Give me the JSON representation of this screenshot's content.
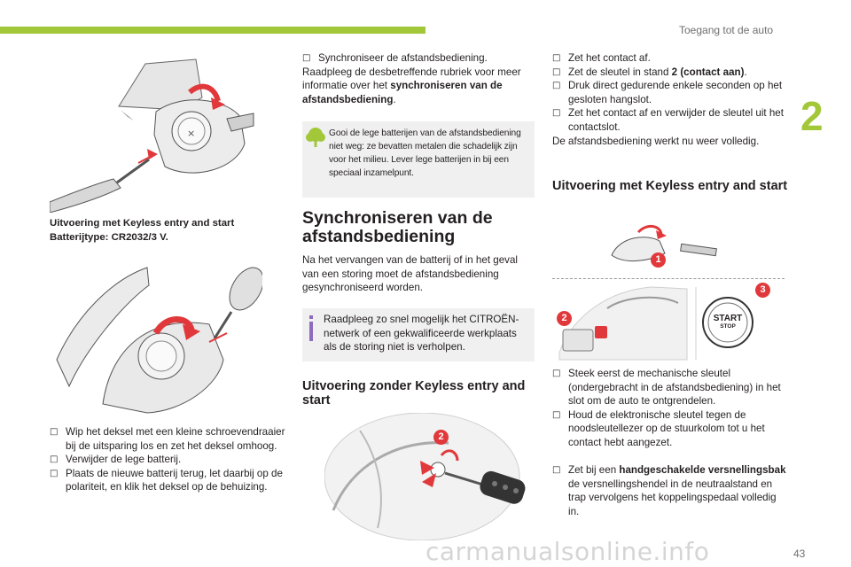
{
  "header": {
    "section_title": "Toegang tot de auto",
    "chapter_number": "2",
    "accent_color": "#a2c739"
  },
  "left": {
    "caption_title": "Uitvoering met Keyless entry and start",
    "caption_battery": "Batterijtype: CR2032/3 V.",
    "steps": [
      "Wip het deksel met een kleine schroevendraaier bij de uitsparing los en zet het deksel omhoog.",
      "Verwijder de lege batterij.",
      "Plaats de nieuwe batterij terug, let daarbij op de polariteit, en klik het deksel op de behuizing."
    ]
  },
  "middle": {
    "sync_intro_pre": "Synchroniseer de afstandsbediening. Raadpleeg de desbetreffende rubriek voor meer informatie over het ",
    "sync_intro_bold": "synchroniseren van de afstandsbediening",
    "sync_intro_post": ".",
    "env_note": "Gooi de lege batterijen van de afstandsbediening niet weg: ze bevatten metalen die schadelijk zijn voor het milieu. Lever lege batterijen in bij een speciaal inzamelpunt.",
    "heading_sync": "Synchroniseren van de afstandsbediening",
    "sync_paragraph": "Na het vervangen van de batterij of in het geval van een storing moet de afstandsbediening gesynchroniseerd worden.",
    "info_note": "Raadpleeg zo snel mogelijk het CITROËN-netwerk of een gekwalificeerde werkplaats als de storing niet is verholpen.",
    "heading_without": "Uitvoering zonder Keyless entry and start",
    "callout_2": "2"
  },
  "right": {
    "steps_top": [
      {
        "pre": "Zet het contact af.",
        "bold": "",
        "post": ""
      },
      {
        "pre": "Zet de sleutel in stand ",
        "bold": "2 (contact aan)",
        "post": "."
      },
      {
        "pre": "Druk direct gedurende enkele seconden op het gesloten hangslot.",
        "bold": "",
        "post": ""
      },
      {
        "pre": "Zet het contact af en verwijder de sleutel uit het contactslot.",
        "bold": "",
        "post": ""
      }
    ],
    "restored": "De afstandsbediening werkt nu weer volledig.",
    "heading_keyless": "Uitvoering met Keyless entry and start",
    "callouts": [
      "1",
      "2",
      "3"
    ],
    "start_label": "START",
    "stop_label": "STOP",
    "steps_keyless": [
      "Steek eerst de mechanische sleutel (ondergebracht in de afstandsbediening) in het slot om de auto te ontgrendelen.",
      "Houd de elektronische sleutel tegen de noodsleutellezer op de stuurkolom tot u het contact hebt aangezet."
    ],
    "last_step_pre": "Zet bij een ",
    "last_step_bold": "handgeschakelde versnellingsbak",
    "last_step_post": " de versnellingshendel in de neutraalstand en trap vervolgens het koppelingspedaal volledig in."
  },
  "footer": {
    "page_number": "43",
    "watermark": "carmanualsonline.info"
  },
  "icons": {
    "bullet": "square-bullet-icon",
    "env_note_icon": "tree-icon",
    "info_note_icon": "info-icon",
    "accent_red": "#e1393b",
    "note_bg": "#f0f0f0"
  }
}
